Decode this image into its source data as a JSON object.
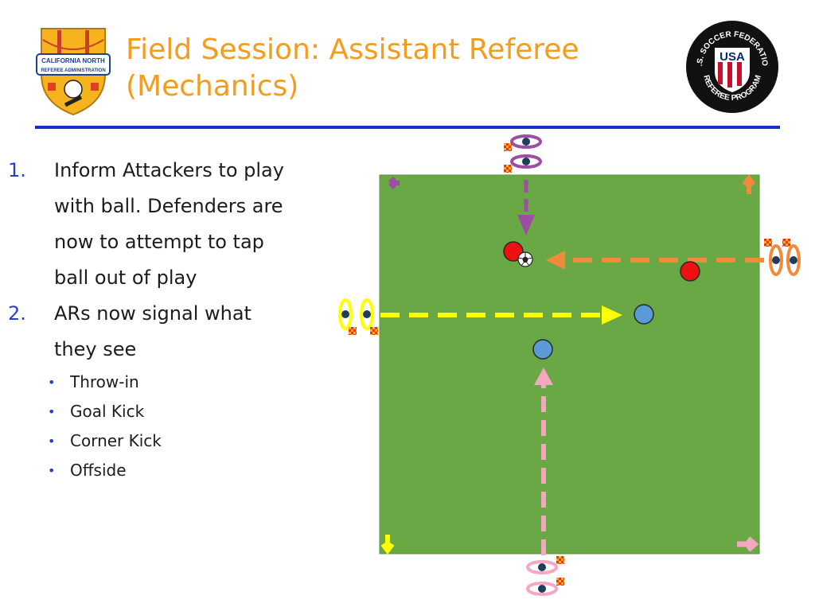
{
  "slide": {
    "title_line1": "Field Session: Assistant Referee",
    "title_line2": "(Mechanics)"
  },
  "logos": {
    "left": {
      "name": "California North Referee Administration",
      "text_top": "CALIFORNIA NORTH",
      "text_bottom": "REFEREE ADMINISTRATION"
    },
    "right": {
      "name": "U.S. Soccer Federation Referee Program",
      "text_top": "U.S. SOCCER FEDERATION",
      "text_center": "USA",
      "text_bottom": "REFEREE PROGRAM"
    }
  },
  "instructions": [
    {
      "number": "1.",
      "lines": [
        "Inform Attackers to play",
        "with ball. Defenders are",
        "now to attempt to tap",
        "ball out of play"
      ]
    },
    {
      "number": "2.",
      "lines": [
        "ARs now signal what",
        "they see"
      ]
    }
  ],
  "signals": [
    "Throw-in",
    "Goal Kick",
    "Corner Kick",
    "Offside"
  ],
  "colors": {
    "title": "#f39c1f",
    "rule": "#1530c8",
    "numbering": "#2540c8",
    "field": "#6aa845",
    "attacker": "#ee1111",
    "defender": "#5b9bd5",
    "arrow_purple": "#9b4ea3",
    "arrow_orange": "#f28a3c",
    "arrow_yellow": "#ffff00",
    "arrow_pink": "#f4a8c0",
    "flag_checker": "#f7b31d"
  }
}
